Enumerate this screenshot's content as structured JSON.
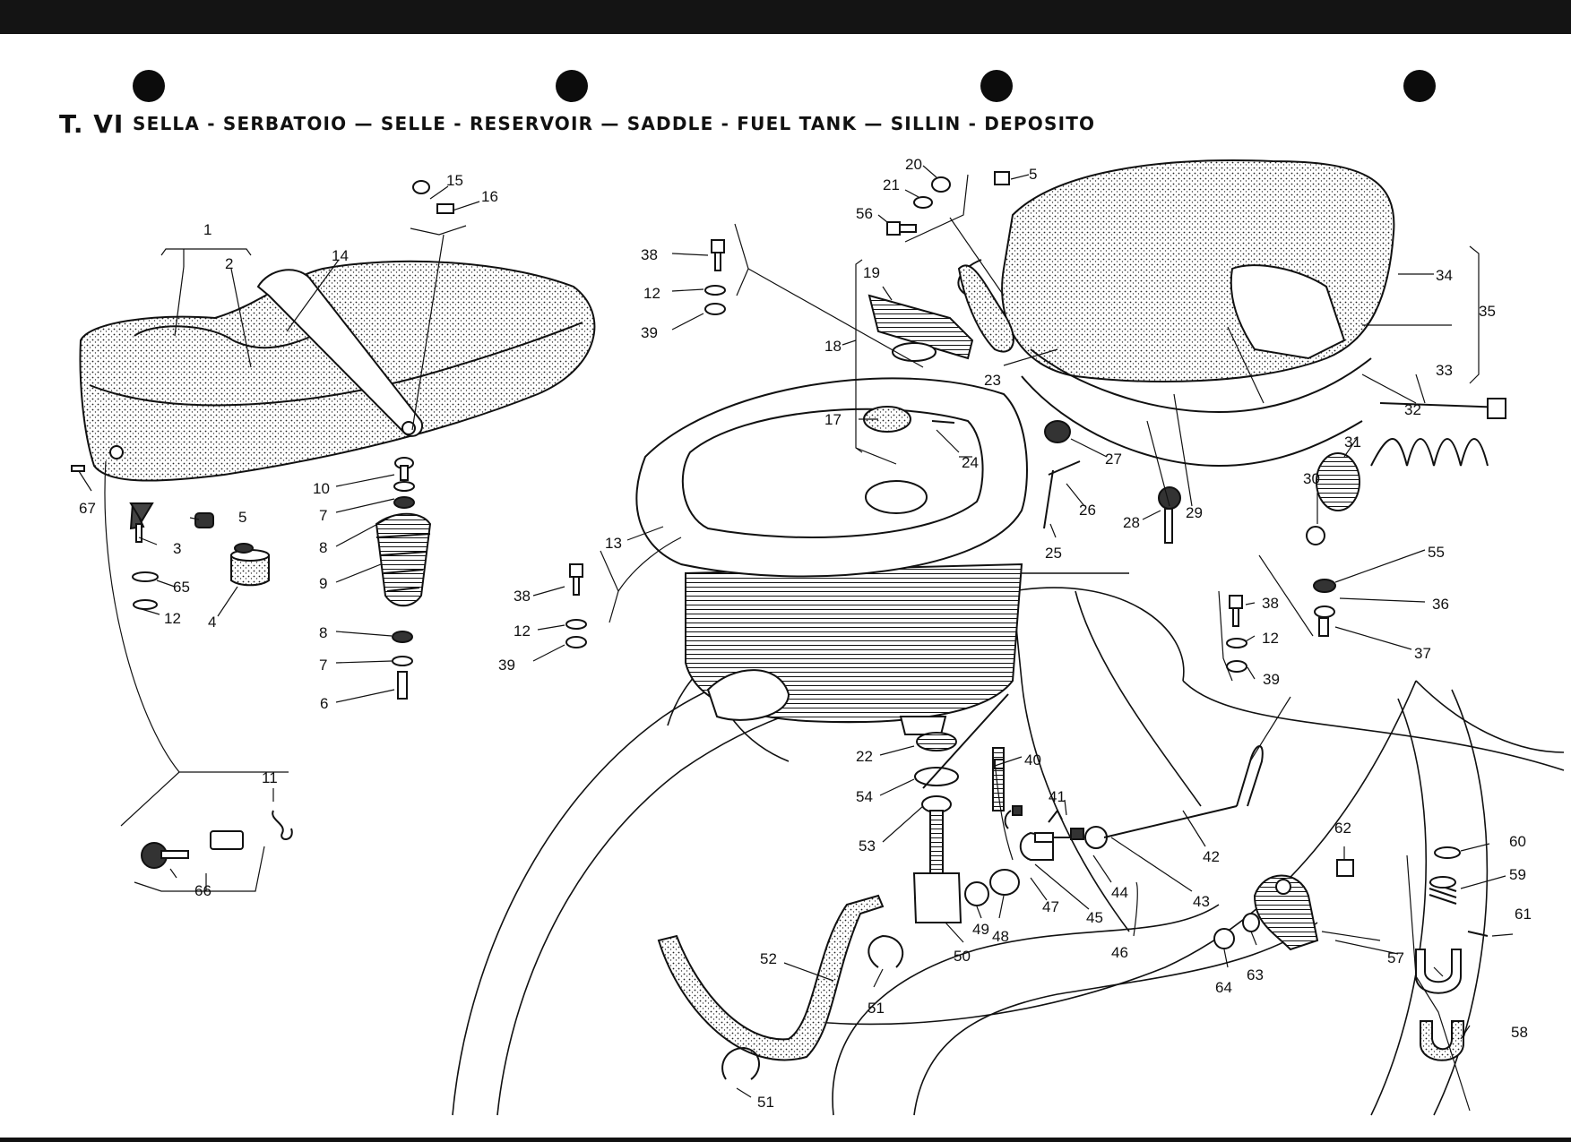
{
  "header": {
    "plate_id": "T. VI",
    "title": "SELLA - SERBATOIO — SELLE - RESERVOIR — SADDLE - FUEL TANK — SILLIN - DEPOSITO"
  },
  "callouts": [
    {
      "id": "c1",
      "text": "1"
    },
    {
      "id": "c2",
      "text": "2"
    },
    {
      "id": "c3",
      "text": "3"
    },
    {
      "id": "c4",
      "text": "4"
    },
    {
      "id": "c5a",
      "text": "5"
    },
    {
      "id": "c5b",
      "text": "5"
    },
    {
      "id": "c6",
      "text": "6"
    },
    {
      "id": "c7a",
      "text": "7"
    },
    {
      "id": "c7b",
      "text": "7"
    },
    {
      "id": "c8a",
      "text": "8"
    },
    {
      "id": "c8b",
      "text": "8"
    },
    {
      "id": "c9",
      "text": "9"
    },
    {
      "id": "c10",
      "text": "10"
    },
    {
      "id": "c11",
      "text": "11"
    },
    {
      "id": "c12a",
      "text": "12"
    },
    {
      "id": "c12b",
      "text": "12"
    },
    {
      "id": "c12c",
      "text": "12"
    },
    {
      "id": "c12d",
      "text": "12"
    },
    {
      "id": "c13",
      "text": "13"
    },
    {
      "id": "c14",
      "text": "14"
    },
    {
      "id": "c15",
      "text": "15"
    },
    {
      "id": "c16",
      "text": "16"
    },
    {
      "id": "c17",
      "text": "17"
    },
    {
      "id": "c18",
      "text": "18"
    },
    {
      "id": "c19",
      "text": "19"
    },
    {
      "id": "c20",
      "text": "20"
    },
    {
      "id": "c21",
      "text": "21"
    },
    {
      "id": "c22",
      "text": "22"
    },
    {
      "id": "c23",
      "text": "23"
    },
    {
      "id": "c24",
      "text": "24"
    },
    {
      "id": "c25",
      "text": "25"
    },
    {
      "id": "c26",
      "text": "26"
    },
    {
      "id": "c27",
      "text": "27"
    },
    {
      "id": "c28",
      "text": "28"
    },
    {
      "id": "c29",
      "text": "29"
    },
    {
      "id": "c30",
      "text": "30"
    },
    {
      "id": "c31",
      "text": "31"
    },
    {
      "id": "c32",
      "text": "32"
    },
    {
      "id": "c33",
      "text": "33"
    },
    {
      "id": "c34",
      "text": "34"
    },
    {
      "id": "c35",
      "text": "35"
    },
    {
      "id": "c36",
      "text": "36"
    },
    {
      "id": "c37",
      "text": "37"
    },
    {
      "id": "c38a",
      "text": "38"
    },
    {
      "id": "c38b",
      "text": "38"
    },
    {
      "id": "c38c",
      "text": "38"
    },
    {
      "id": "c39a",
      "text": "39"
    },
    {
      "id": "c39b",
      "text": "39"
    },
    {
      "id": "c39c",
      "text": "39"
    },
    {
      "id": "c40",
      "text": "40"
    },
    {
      "id": "c41",
      "text": "41"
    },
    {
      "id": "c42",
      "text": "42"
    },
    {
      "id": "c43",
      "text": "43"
    },
    {
      "id": "c44",
      "text": "44"
    },
    {
      "id": "c45",
      "text": "45"
    },
    {
      "id": "c46",
      "text": "46"
    },
    {
      "id": "c47",
      "text": "47"
    },
    {
      "id": "c48",
      "text": "48"
    },
    {
      "id": "c49",
      "text": "49"
    },
    {
      "id": "c50",
      "text": "50"
    },
    {
      "id": "c51a",
      "text": "51"
    },
    {
      "id": "c51b",
      "text": "51"
    },
    {
      "id": "c52",
      "text": "52"
    },
    {
      "id": "c53",
      "text": "53"
    },
    {
      "id": "c54",
      "text": "54"
    },
    {
      "id": "c55",
      "text": "55"
    },
    {
      "id": "c56",
      "text": "56"
    },
    {
      "id": "c57",
      "text": "57"
    },
    {
      "id": "c58",
      "text": "58"
    },
    {
      "id": "c59",
      "text": "59"
    },
    {
      "id": "c60",
      "text": "60"
    },
    {
      "id": "c61",
      "text": "61"
    },
    {
      "id": "c62",
      "text": "62"
    },
    {
      "id": "c63",
      "text": "63"
    },
    {
      "id": "c64",
      "text": "64"
    },
    {
      "id": "c65",
      "text": "65"
    },
    {
      "id": "c66",
      "text": "66"
    },
    {
      "id": "c67",
      "text": "67"
    }
  ],
  "colors": {
    "ink": "#111111",
    "paper": "#ffffff",
    "topbar": "#141414"
  }
}
